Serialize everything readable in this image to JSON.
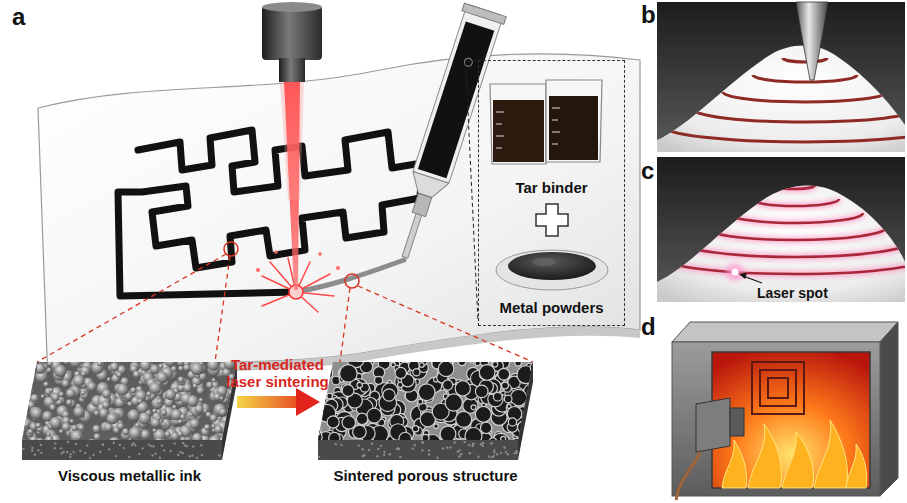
{
  "diagram": {
    "nodes": [
      {
        "text": [
          "Tar binder",
          "Metal powders"
        ]
      },
      {
        "text": [
          "Viscous metallic ink"
        ]
      },
      {
        "text": [
          "Sintered porous structure"
        ]
      }
    ],
    "edges": [
      {
        "from": 1,
        "to": 2,
        "arrow": "to",
        "label": "Tar-mediated laser sintering"
      }
    ],
    "labels": [
      "a",
      "b",
      "c",
      "Laser spot",
      "d"
    ]
  }
}
